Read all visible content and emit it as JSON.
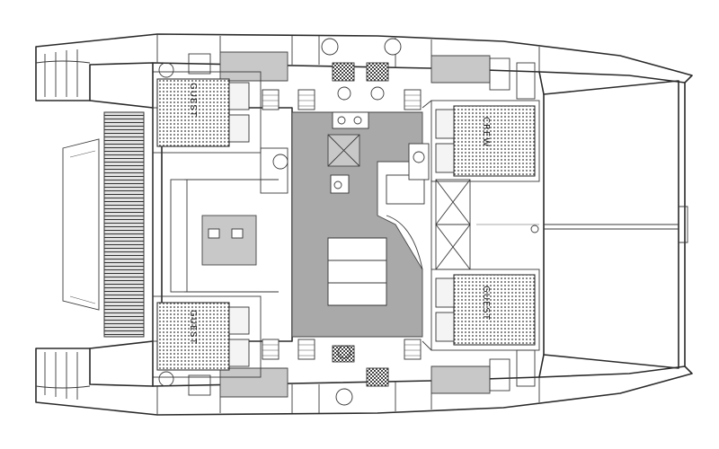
{
  "labels": {
    "cabin_top_left": "GUEST",
    "cabin_bottom_left": "GUEST",
    "cabin_top_right": "CREW",
    "cabin_bottom_right": "GUEST"
  }
}
